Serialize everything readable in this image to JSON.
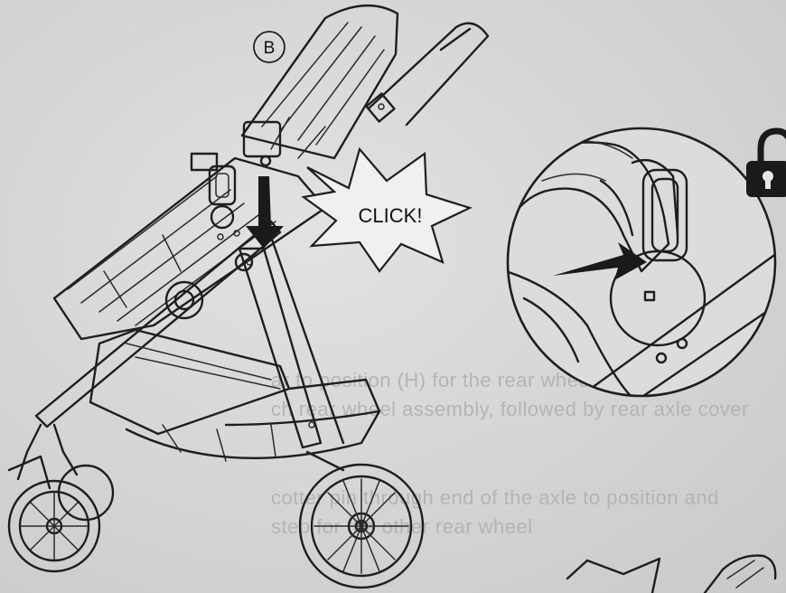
{
  "callout": {
    "click_label": "CLICK!"
  },
  "part_label": "B",
  "bleed_through_text": {
    "line1": "ar to position (H) for the rear wheel",
    "line2": "ch rear wheel assembly, followed by rear axle cover",
    "line3": "cotter pin through end of the axle to position and",
    "line4": "step for the other rear wheel"
  },
  "icons": {
    "lock_state": "unlock-icon"
  },
  "colors": {
    "ink": "#1e1e1e",
    "paper": "#d6d6d6",
    "arrow": "#1a1a1a"
  }
}
